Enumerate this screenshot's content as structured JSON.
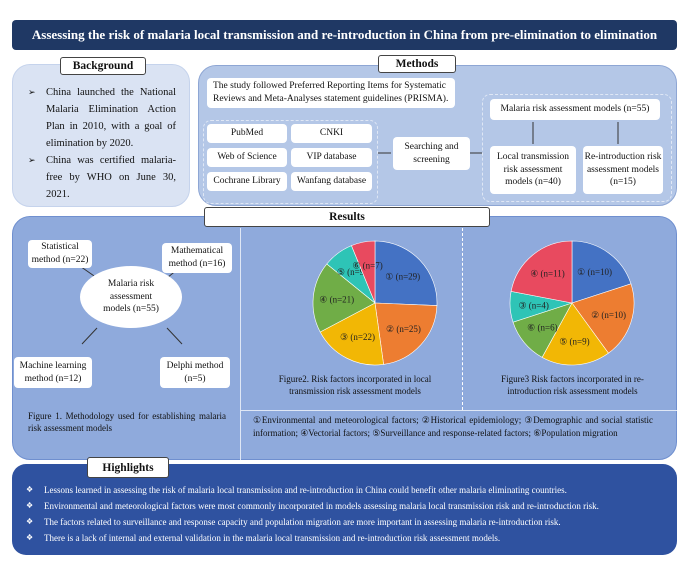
{
  "title": "Assessing the risk of malaria local transmission and re-introduction in China from pre-elimination to elimination",
  "background": {
    "label": "Background",
    "items": [
      "China launched the National Malaria Elimination Action Plan in 2010, with a goal of elimination by 2020.",
      "China was certified malaria-free by WHO on June 30, 2021."
    ]
  },
  "methods": {
    "label": "Methods",
    "prisma": "The study followed Preferred Reporting Items for Systematic Reviews and Meta-Analyses statement guidelines (PRISMA).",
    "databases": [
      "PubMed",
      "CNKI",
      "Web of Science",
      "VIP database",
      "Cochrane Library",
      "Wanfang database"
    ],
    "searching": "Searching and screening",
    "total": "Malaria risk assessment models (n=55)",
    "local": "Local transmission risk assessment models (n=40)",
    "reintro": "Re-introduction risk assessment models (n=15)"
  },
  "results": {
    "label": "Results",
    "center": "Malaria risk assessment models (n=55)",
    "statistical": "Statistical method (n=22)",
    "mathematical": "Mathematical method (n=16)",
    "machine": "Machine learning method (n=12)",
    "delphi": "Delphi method (n=5)",
    "fig1_caption": "Figure 1. Methodology used for establishing malaria risk assessment models",
    "fig2_caption": "Figure2. Risk factors incorporated in local transmission risk assessment models",
    "fig3_caption": "Figure3 Risk factors incorporated in re-introduction risk assessment models",
    "legend": "①Environmental and meteorological factors; ②Historical epidemiology; ③Demographic and social statistic information; ④Vectorial factors; ⑤Surveillance and response-related factors; ⑥Population migration"
  },
  "chart_data": [
    {
      "type": "pie",
      "title": "Figure2. Risk factors incorporated in local transmission risk assessment models",
      "labels": [
        "①",
        "②",
        "③",
        "④",
        "⑤",
        "⑥"
      ],
      "values": [
        29,
        25,
        22,
        21,
        9,
        7
      ],
      "colors": [
        "#4472c4",
        "#ed7d31",
        "#f2b705",
        "#70ad47",
        "#2ec4b6",
        "#e84a5f"
      ]
    },
    {
      "type": "pie",
      "title": "Figure3 Risk factors incorporated in re-introduction risk assessment models",
      "labels": [
        "①",
        "②",
        "⑤",
        "⑥",
        "③",
        "④"
      ],
      "values": [
        10,
        10,
        9,
        6,
        4,
        11
      ],
      "colors": [
        "#4472c4",
        "#ed7d31",
        "#f2b705",
        "#70ad47",
        "#2ec4b6",
        "#e84a5f"
      ]
    }
  ],
  "highlights": {
    "label": "Highlights",
    "items": [
      "Lessons learned in assessing the risk of malaria local transmission and re-introduction in China could benefit other malaria eliminating countries.",
      "Environmental and meteorological factors were most commonly incorporated in models assessing malaria local transmission risk and re-introduction risk.",
      "The factors related to surveillance and response capacity and population migration are more important in assessing malaria re-introduction risk.",
      "There is a lack of internal and external validation in the malaria local transmission and re-introduction risk assessment models."
    ]
  }
}
